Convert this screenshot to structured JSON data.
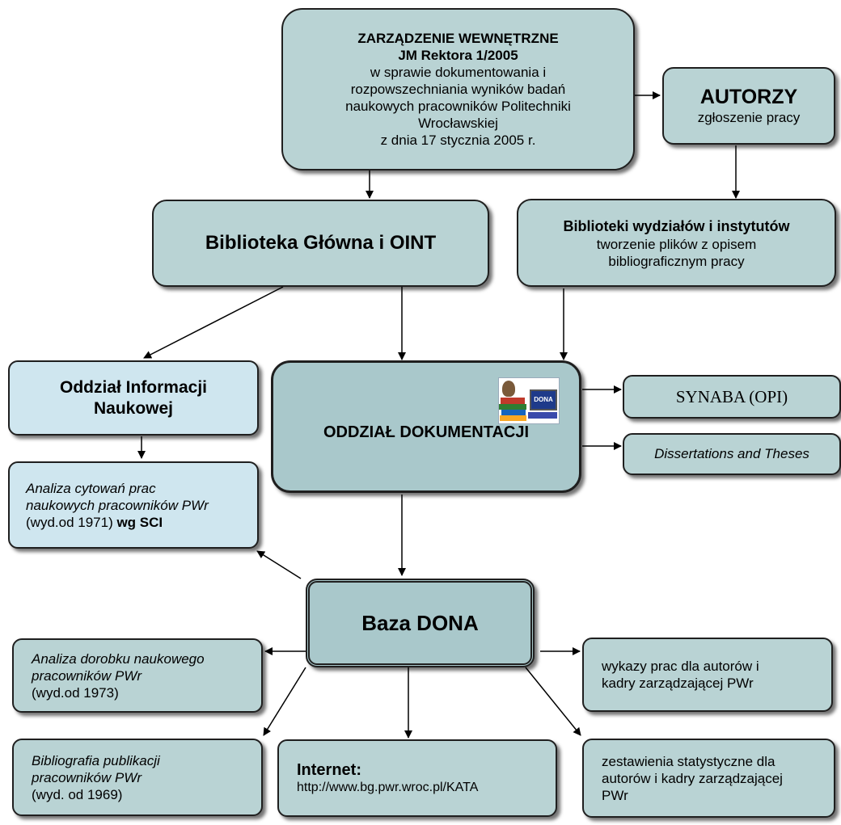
{
  "zarzadzenie": {
    "title": "ZARZĄDZENIE WEWNĘTRZNE",
    "subtitle": "JM Rektora 1/2005",
    "line1": "w sprawie dokumentowania i",
    "line2": "rozpowszechniania wyników badań",
    "line3": "naukowych pracowników Politechniki",
    "line4": "Wrocławskiej",
    "line5": "z dnia 17 stycznia 2005 r."
  },
  "autorzy": {
    "title": "AUTORZY",
    "subtitle": "zgłoszenie pracy"
  },
  "biblioteka_glowna": {
    "title": "Biblioteka Główna i OINT"
  },
  "biblioteki_wydzialow": {
    "title": "Biblioteki wydziałów i instytutów",
    "line1": "tworzenie plików z opisem",
    "line2": "bibliograficznym pracy"
  },
  "oddzial_informacji": {
    "line1": "Oddział Informacji",
    "line2": "Naukowej"
  },
  "oddzial_dokumentacji": {
    "title": "ODDZIAŁ DOKUMENTACJI",
    "logo_text": "DONA"
  },
  "synaba": {
    "label": "SYNABA (OPI)"
  },
  "dissertations": {
    "label": "Dissertations and Theses"
  },
  "analiza_cytowan": {
    "line1": "Analiza cytowań prac",
    "line2": "naukowych pracowników PWr",
    "line3_plain": "(wyd.od 1971) ",
    "line3_bold": "wg SCI"
  },
  "baza_dona": {
    "title": "Baza DONA"
  },
  "analiza_dorobku": {
    "line1": "Analiza dorobku naukowego",
    "line2": "pracowników PWr",
    "line3": "(wyd.od 1973)"
  },
  "wykazy": {
    "line1": "wykazy prac dla autorów i",
    "line2": "kadry zarządzającej PWr"
  },
  "bibliografia": {
    "line1": "Bibliografia publikacji",
    "line2": "pracowników PWr",
    "line3": "(wyd. od 1969)"
  },
  "internet": {
    "title": "Internet:",
    "url": "http://www.bg.pwr.wroc.pl/KATA"
  },
  "zestawienia": {
    "line1": "zestawienia statystyczne dla",
    "line2": "autorów i kadry zarządzającej",
    "line3": "PWr"
  }
}
